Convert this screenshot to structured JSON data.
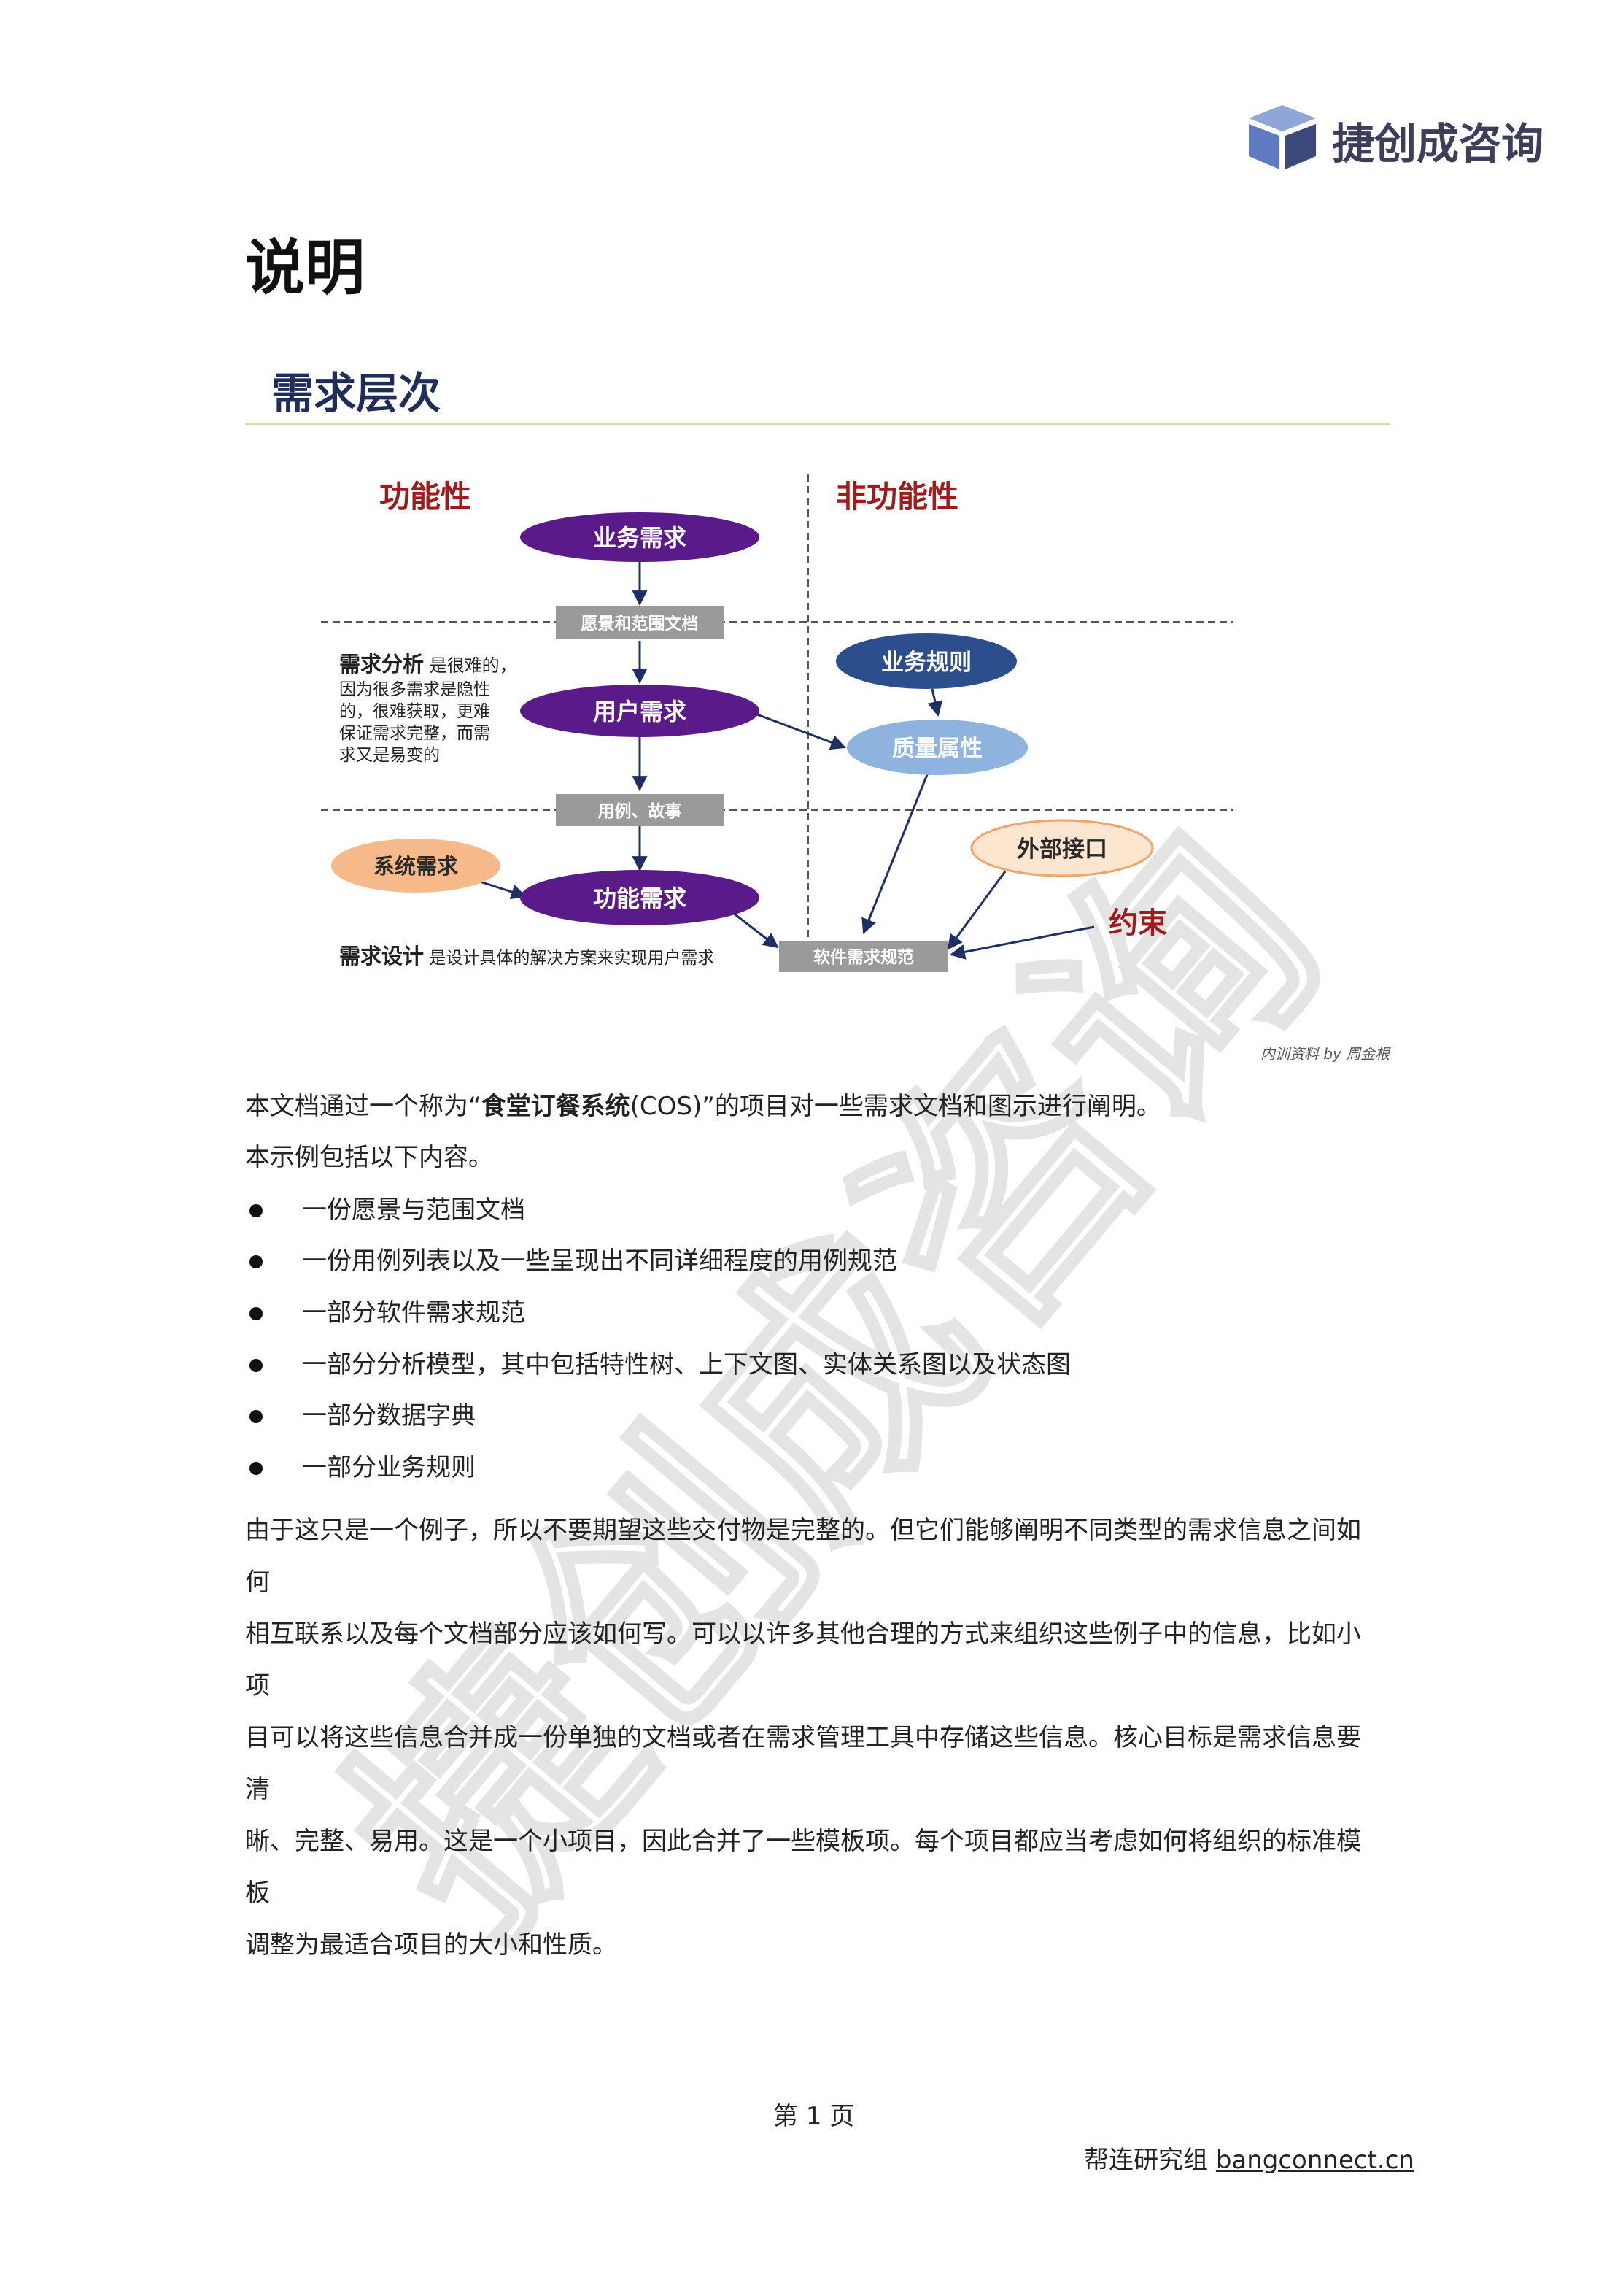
{
  "header": {
    "brand": "捷创成咨询",
    "colors": {
      "brand_dark": "#3b4a7a",
      "brand_light": "#8fa6d8"
    }
  },
  "title": "说明",
  "section": {
    "title": "需求层次"
  },
  "diagram": {
    "label_functional": "功能性",
    "label_nonfunctional": "非功能性",
    "business_req": "业务需求",
    "vision_doc": "愿景和范围文档",
    "analysis_bold": "需求分析",
    "analysis_line1": " 是很难的，",
    "analysis_line2": "因为很多需求是隐性",
    "analysis_line3": "的，很难获取，更难",
    "analysis_line4": "保证需求完整，而需",
    "analysis_line5": "求又是易变的",
    "user_req": "用户需求",
    "business_rules": "业务规则",
    "quality_attr": "质量属性",
    "use_cases": "用例、故事",
    "system_req": "系统需求",
    "functional_req": "功能需求",
    "external_iface": "外部接口",
    "constraints": "约束",
    "design_bold": "需求设计",
    "design_rest": " 是设计具体的解决方案来实现用户需求",
    "srs": "软件需求规范",
    "credit": "内训资料 by 周金根",
    "colors": {
      "purple": "#5b1a8a",
      "blue_dark": "#2d4e8c",
      "blue_light": "#8eb3df",
      "orange": "#f5b98a",
      "red": "#a31a1a",
      "gray_box": "#9a9a9a"
    }
  },
  "body": {
    "intro1_pre": "本文档通过一个称为“",
    "intro1_bold": "食堂订餐系统",
    "intro1_post": "(COS)”的项目对一些需求文档和图示进行阐明。",
    "intro2": "本示例包括以下内容。",
    "bullets": [
      "一份愿景与范围文档",
      "一份用例列表以及一些呈现出不同详细程度的用例规范",
      "一部分软件需求规范",
      "一部分分析模型，其中包括特性树、上下文图、实体关系图以及状态图",
      "一部分数据字典",
      "一部分业务规则"
    ],
    "para_lines": [
      "由于这只是一个例子，所以不要期望这些交付物是完整的。但它们能够阐明不同类型的需求信息之间如何",
      "相互联系以及每个文档部分应该如何写。可以以许多其他合理的方式来组织这些例子中的信息，比如小项",
      "目可以将这些信息合并成一份单独的文档或者在需求管理工具中存储这些信息。核心目标是需求信息要清",
      "晰、完整、易用。这是一个小项目，因此合并了一些模板项。每个项目都应当考虑如何将组织的标准模板",
      "调整为最适合项目的大小和性质。"
    ]
  },
  "footer": {
    "page_prefix": "第",
    "page_number": "1",
    "page_suffix": "页",
    "org": "帮连研究组",
    "url": "bangconnect.cn"
  },
  "watermark": {
    "text": "捷创成咨询"
  }
}
